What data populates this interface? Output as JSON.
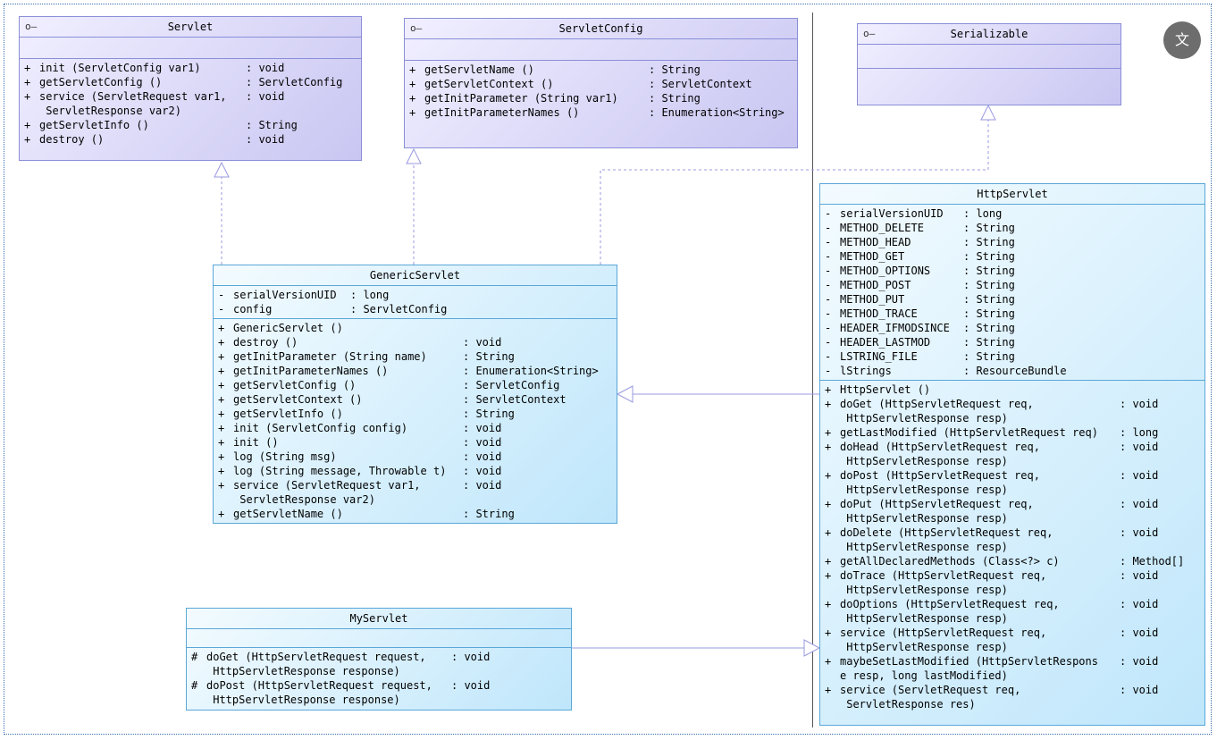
{
  "servlet": {
    "name": "Servlet",
    "methods": [
      {
        "vis": "+",
        "name": "init (ServletConfig var1)",
        "type": ": void"
      },
      {
        "vis": "+",
        "name": "getServletConfig ()",
        "type": ": ServletConfig"
      },
      {
        "vis": "+",
        "name": "service (ServletRequest var1,\n ServletResponse var2)",
        "type": ": void"
      },
      {
        "vis": "+",
        "name": "getServletInfo ()",
        "type": ": String"
      },
      {
        "vis": "+",
        "name": "destroy ()",
        "type": ": void"
      }
    ]
  },
  "servletConfig": {
    "name": "ServletConfig",
    "methods": [
      {
        "vis": "+",
        "name": "getServletName ()",
        "type": ": String"
      },
      {
        "vis": "+",
        "name": "getServletContext ()",
        "type": ": ServletContext"
      },
      {
        "vis": "+",
        "name": "getInitParameter (String var1)",
        "type": ": String"
      },
      {
        "vis": "+",
        "name": "getInitParameterNames ()",
        "type": ": Enumeration<String>"
      }
    ]
  },
  "serializable": {
    "name": "Serializable"
  },
  "genericServlet": {
    "name": "GenericServlet",
    "fields": [
      {
        "vis": "-",
        "name": "serialVersionUID",
        "type": ": long"
      },
      {
        "vis": "-",
        "name": "config",
        "type": ": ServletConfig"
      }
    ],
    "methods": [
      {
        "vis": "+",
        "name": "GenericServlet ()",
        "type": ""
      },
      {
        "vis": "+",
        "name": "destroy ()",
        "type": ": void"
      },
      {
        "vis": "+",
        "name": "getInitParameter (String name)",
        "type": ": String"
      },
      {
        "vis": "+",
        "name": "getInitParameterNames ()",
        "type": ": Enumeration<String>"
      },
      {
        "vis": "+",
        "name": "getServletConfig ()",
        "type": ": ServletConfig"
      },
      {
        "vis": "+",
        "name": "getServletContext ()",
        "type": ": ServletContext"
      },
      {
        "vis": "+",
        "name": "getServletInfo ()",
        "type": ": String"
      },
      {
        "vis": "+",
        "name": "init (ServletConfig config)",
        "type": ": void"
      },
      {
        "vis": "+",
        "name": "init ()",
        "type": ": void"
      },
      {
        "vis": "+",
        "name": "log (String msg)",
        "type": ": void"
      },
      {
        "vis": "+",
        "name": "log (String message, Throwable t)",
        "type": ": void"
      },
      {
        "vis": "+",
        "name": "service (ServletRequest var1,\n ServletResponse var2)",
        "type": ": void"
      },
      {
        "vis": "+",
        "name": "getServletName ()",
        "type": ": String"
      }
    ]
  },
  "httpServlet": {
    "name": "HttpServlet",
    "fields": [
      {
        "vis": "-",
        "name": "serialVersionUID",
        "type": ": long"
      },
      {
        "vis": "-",
        "name": "METHOD_DELETE",
        "type": ": String"
      },
      {
        "vis": "-",
        "name": "METHOD_HEAD",
        "type": ": String"
      },
      {
        "vis": "-",
        "name": "METHOD_GET",
        "type": ": String"
      },
      {
        "vis": "-",
        "name": "METHOD_OPTIONS",
        "type": ": String"
      },
      {
        "vis": "-",
        "name": "METHOD_POST",
        "type": ": String"
      },
      {
        "vis": "-",
        "name": "METHOD_PUT",
        "type": ": String"
      },
      {
        "vis": "-",
        "name": "METHOD_TRACE",
        "type": ": String"
      },
      {
        "vis": "-",
        "name": "HEADER_IFMODSINCE",
        "type": ": String"
      },
      {
        "vis": "-",
        "name": "HEADER_LASTMOD",
        "type": ": String"
      },
      {
        "vis": "-",
        "name": "LSTRING_FILE",
        "type": ": String"
      },
      {
        "vis": "-",
        "name": "lStrings",
        "type": ": ResourceBundle"
      }
    ],
    "methods": [
      {
        "vis": "+",
        "name": "HttpServlet ()",
        "type": ""
      },
      {
        "vis": "+",
        "name": "doGet (HttpServletRequest req,\n HttpServletResponse resp)",
        "type": ": void"
      },
      {
        "vis": "+",
        "name": "getLastModified (HttpServletRequest req)",
        "type": ": long"
      },
      {
        "vis": "+",
        "name": "doHead (HttpServletRequest req,\n HttpServletResponse resp)",
        "type": ": void"
      },
      {
        "vis": "+",
        "name": "doPost (HttpServletRequest req,\n HttpServletResponse resp)",
        "type": ": void"
      },
      {
        "vis": "+",
        "name": "doPut (HttpServletRequest req,\n HttpServletResponse resp)",
        "type": ": void"
      },
      {
        "vis": "+",
        "name": "doDelete (HttpServletRequest req,\n HttpServletResponse resp)",
        "type": ": void"
      },
      {
        "vis": "+",
        "name": "getAllDeclaredMethods (Class<?> c)",
        "type": ": Method[]"
      },
      {
        "vis": "+",
        "name": "doTrace (HttpServletRequest req,\n HttpServletResponse resp)",
        "type": ": void"
      },
      {
        "vis": "+",
        "name": "doOptions (HttpServletRequest req,\n HttpServletResponse resp)",
        "type": ": void"
      },
      {
        "vis": "+",
        "name": "service (HttpServletRequest req,\n HttpServletResponse resp)",
        "type": ": void"
      },
      {
        "vis": "+",
        "name": "maybeSetLastModified (HttpServletRespons\ne resp, long lastModified)",
        "type": ": void"
      },
      {
        "vis": "+",
        "name": "service (ServletRequest req,\n ServletResponse res)",
        "type": ": void"
      }
    ]
  },
  "myServlet": {
    "name": "MyServlet",
    "methods": [
      {
        "vis": "#",
        "name": "doGet (HttpServletRequest request,\n HttpServletResponse response)",
        "type": ": void"
      },
      {
        "vis": "#",
        "name": "doPost (HttpServletRequest request,\n HttpServletResponse response)",
        "type": ": void"
      }
    ]
  },
  "translate_badge": {
    "label": "文",
    "icon": "translate-icon"
  }
}
